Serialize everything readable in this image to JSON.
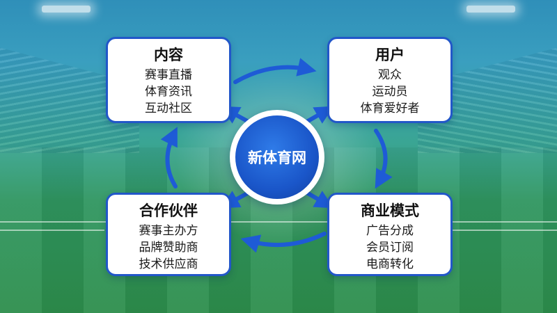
{
  "center": {
    "label": "新体育网"
  },
  "cards": {
    "content": {
      "title": "内容",
      "items": [
        "赛事直播",
        "体育资讯",
        "互动社区"
      ]
    },
    "users": {
      "title": "用户",
      "items": [
        "观众",
        "运动员",
        "体育爱好者"
      ]
    },
    "partners": {
      "title": "合作伙伴",
      "items": [
        "赛事主办方",
        "品牌赞助商",
        "技术供应商"
      ]
    },
    "business": {
      "title": "商业模式",
      "items": [
        "广告分成",
        "会员订阅",
        "电商转化"
      ]
    }
  },
  "colors": {
    "card_border": "#2257c9",
    "arrow": "#1e5bd6",
    "hub": "#1a56c9"
  },
  "background": "stadium-field-image"
}
